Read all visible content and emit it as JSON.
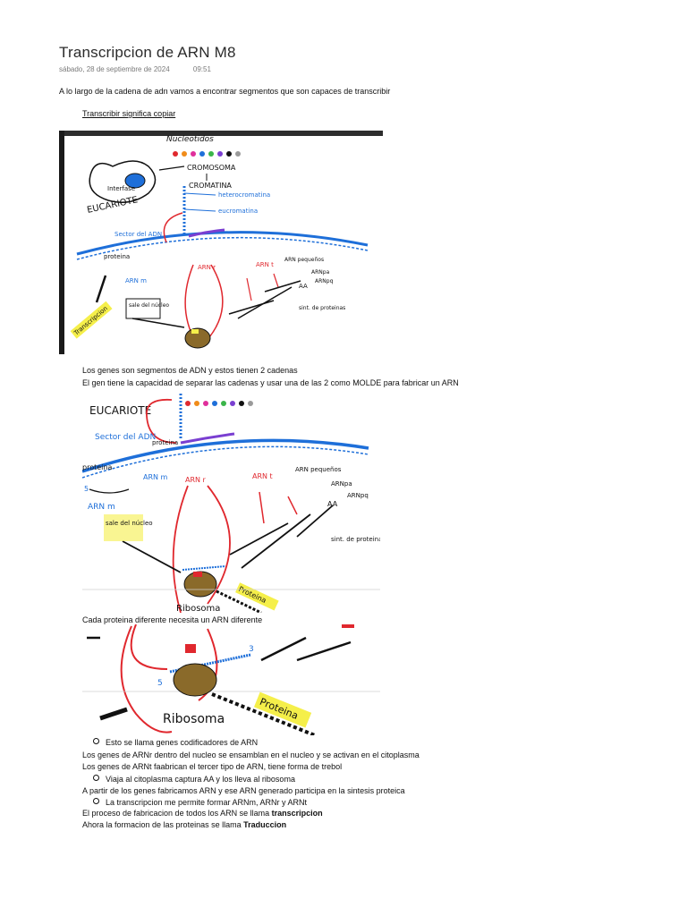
{
  "header": {
    "title": "Transcripcion de ARN M8",
    "date": "sábado, 28 de septiembre de 2024",
    "time": "09:51"
  },
  "body": {
    "intro": "A lo largo de la cadena de adn vamos a encontrar segmentos que son capaces de transcribir",
    "definition": "Transcribir significa copiar",
    "genes_two_strands": "Los genes son segmentos de ADN y estos tienen 2 cadenas",
    "gene_template": "El gen tiene la capacidad de separar las cadenas y usar una de las 2 como MOLDE para fabricar un ARN",
    "protein_needs_arn": "Cada proteina diferente necesita un ARN diferente",
    "coding_genes": "Esto se llama genes codificadores de ARN",
    "arnr_genes": "Los genes de  ARNr dentro del nucleo se ensamblan en el nucleo y se activan en el citoplasma",
    "arnt_genes": "Los genes de ARNt faabrican el tercer tipo de ARN, tiene forma de trebol",
    "travels": "Viaja al citoplasma captura AA y los lleva al ribosoma",
    "from_genes": "A partir de los genes fabricamos ARN y ese ARN generado participa en la sintesis proteica",
    "transcription_forms": "La transcripcion me permite formar ARNm, ARNr y ARNt",
    "process_prefix": "El proceso de fabricacion de todos los ARN se llama ",
    "process_term": "transcripcion",
    "formation_prefix": "Ahora la formacion de las proteinas se llama ",
    "formation_term": "Traduccion"
  },
  "figures": {
    "fig1": {
      "nucleotidos": "Nucleotidos",
      "cromosoma": "CROMOSOMA",
      "cromatina": "CROMATINA",
      "heterocromatina": "heterocromatina",
      "eucromatina": "eucromatina",
      "interfase": "Interfase",
      "eucariote": "EUCARIOTE",
      "sector": "Sector del ADN",
      "proteina": "proteina",
      "arnm": "ARN m",
      "arnr": "ARN r",
      "arnt": "ARN t",
      "arn_pequenos": "ARN pequeños",
      "arnpa": "ARNpa",
      "arnpq": "ARNpq",
      "aa": "AA",
      "sale": "sale del núcleo",
      "sint": "sint. de proteinas",
      "transcripcion": "Transcripcion"
    },
    "fig2": {
      "eucariote": "EUCARIOTE",
      "sector": "Sector del ADN",
      "proteina": "proteina",
      "arnm": "ARN m",
      "arnr": "ARN r",
      "arnt": "ARN t",
      "arn_pequenos": "ARN pequeños",
      "arnpa": "ARNpa",
      "arnpq": "ARNpq",
      "aa": "AA",
      "sale": "sale del núcleo",
      "sint": "sint. de proteinas",
      "ribosoma": "Ribosoma",
      "proteina_chain": "Proteina"
    },
    "fig3": {
      "ribosoma": "Ribosoma",
      "proteina_chain": "Proteina"
    },
    "colors": {
      "blue": "#1e6fd9",
      "red": "#e0282e",
      "black": "#111111",
      "highlight": "#f5ef4a",
      "ribosome": "#8a6a2a"
    }
  }
}
